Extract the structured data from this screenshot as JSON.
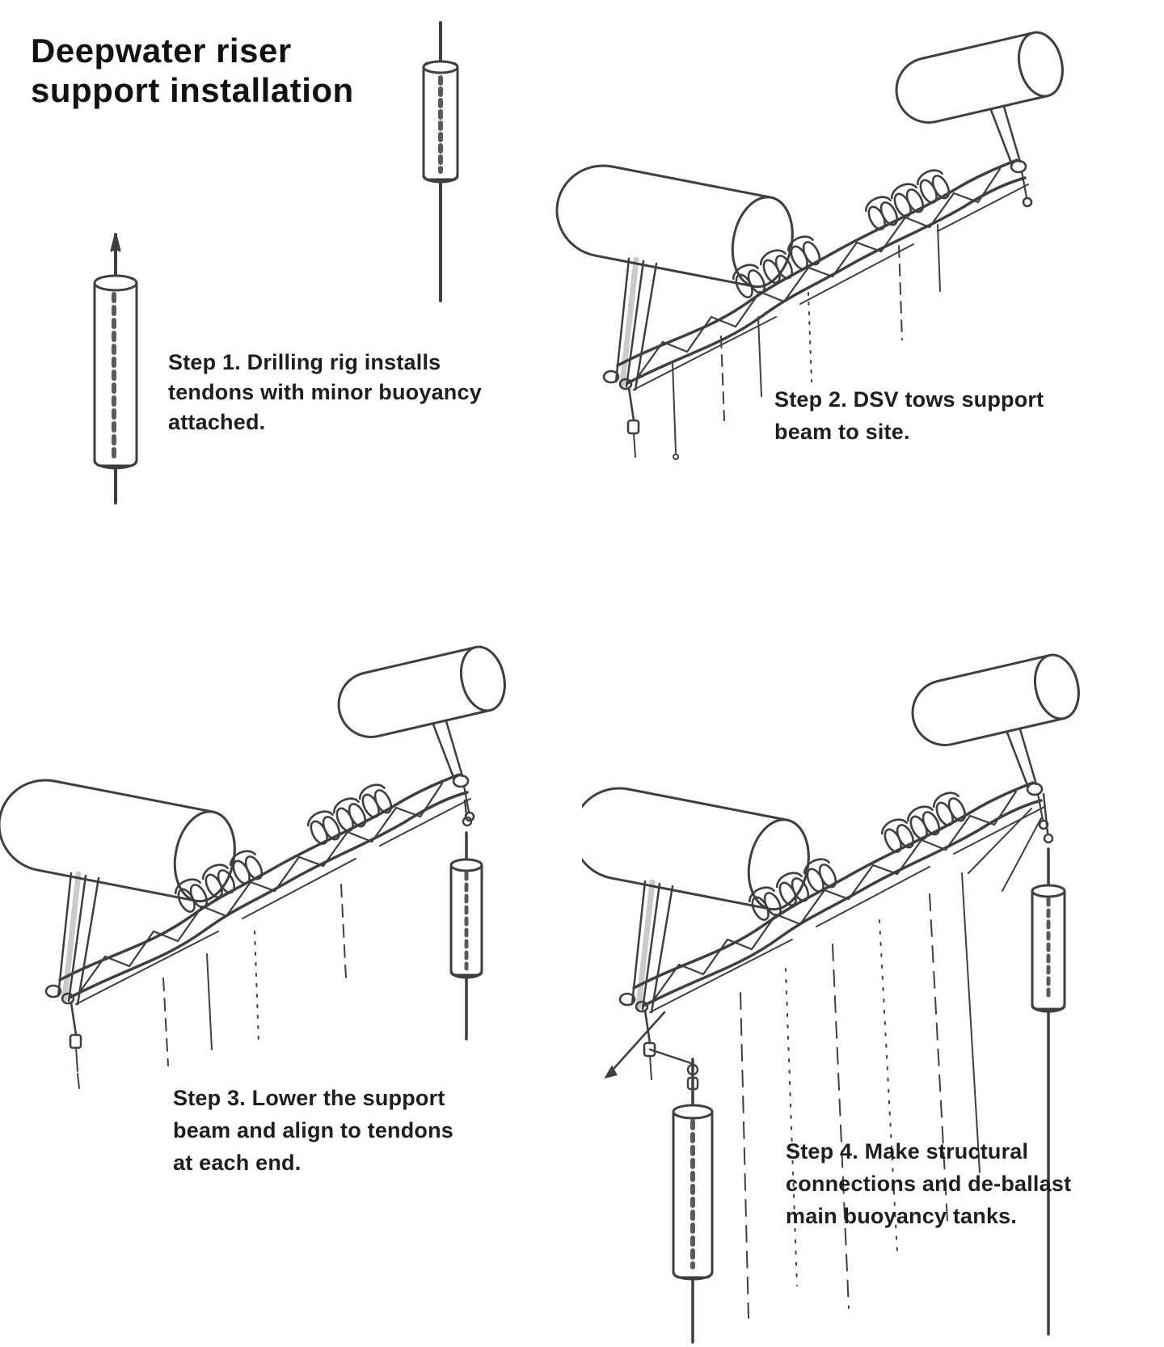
{
  "title": {
    "lines": [
      "Deepwater riser",
      "support installation"
    ]
  },
  "captions": {
    "step1": {
      "lines": [
        "Step 1. Drilling rig installs",
        "tendons with minor buoyancy",
        "attached."
      ]
    },
    "step2": {
      "lines": [
        "Step 2. DSV tows support",
        "beam to site."
      ]
    },
    "step3": {
      "lines": [
        "Step 3. Lower the support",
        "beam and align to tendons",
        "at each end."
      ]
    },
    "step4": {
      "lines": [
        "Step 4. Make structural",
        "connections and de-ballast",
        "main buoyancy tanks."
      ]
    }
  },
  "figures": {
    "step1": {
      "icon": "tendon-with-minor-buoyancy-icon"
    },
    "step2": {
      "icon": "dsv-towed-support-beam-icon"
    },
    "step3": {
      "icon": "support-beam-lowered-to-tendons-icon"
    },
    "step4": {
      "icon": "support-beam-connected-tendons-icon"
    }
  },
  "colors": {
    "background": "#ffffff",
    "line": "#3f3f3f",
    "chain": "#5a5a5a",
    "text": "#1e1e1e"
  }
}
